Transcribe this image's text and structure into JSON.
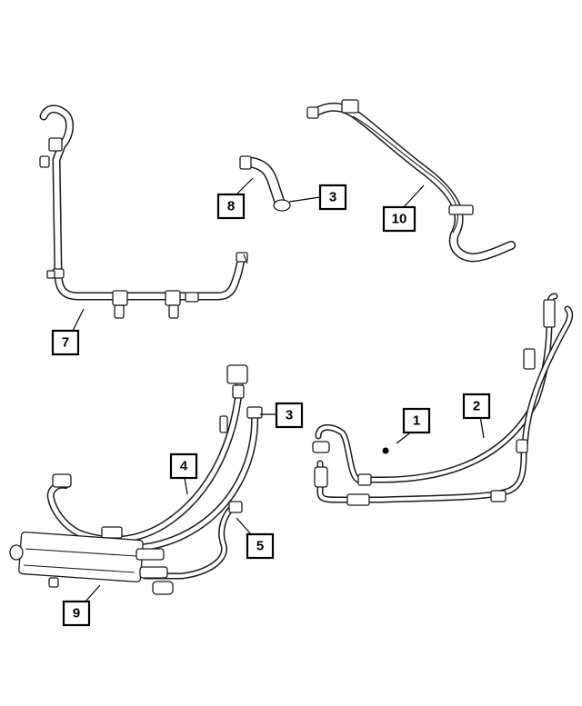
{
  "callouts": [
    {
      "id": "callout-1",
      "label": "1"
    },
    {
      "id": "callout-2",
      "label": "2"
    },
    {
      "id": "callout-3a",
      "label": "3"
    },
    {
      "id": "callout-3b",
      "label": "3"
    },
    {
      "id": "callout-4",
      "label": "4"
    },
    {
      "id": "callout-5",
      "label": "5"
    },
    {
      "id": "callout-7",
      "label": "7"
    },
    {
      "id": "callout-8",
      "label": "8"
    },
    {
      "id": "callout-9",
      "label": "9"
    },
    {
      "id": "callout-10",
      "label": "10"
    }
  ]
}
